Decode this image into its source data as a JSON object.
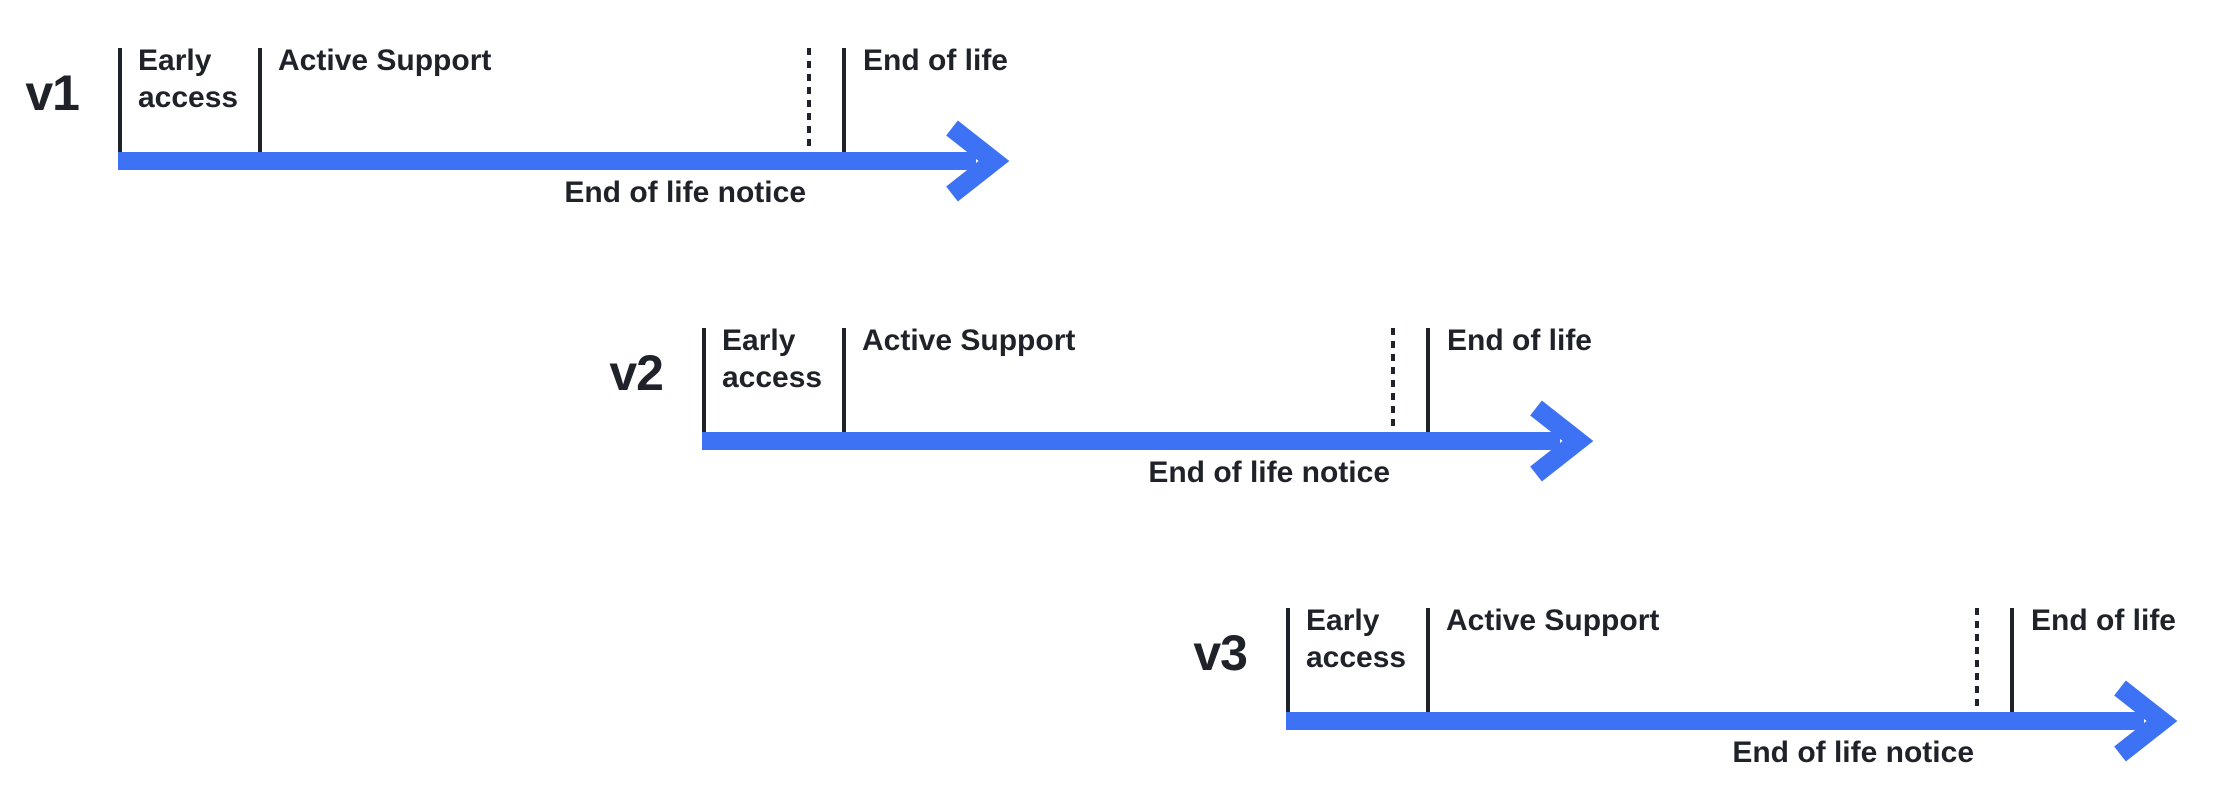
{
  "diagram": {
    "colors": {
      "accent": "#3E72F5",
      "text": "#1F2329",
      "background": "#FFFFFF"
    },
    "timelines": [
      {
        "version": "v1",
        "phase_early_access": "Early access",
        "phase_active_support": "Active Support",
        "phase_end_of_life": "End of life",
        "milestone_end_of_life_notice": "End of life notice"
      },
      {
        "version": "v2",
        "phase_early_access": "Early access",
        "phase_active_support": "Active Support",
        "phase_end_of_life": "End of life",
        "milestone_end_of_life_notice": "End of life notice"
      },
      {
        "version": "v3",
        "phase_early_access": "Early access",
        "phase_active_support": "Active Support",
        "phase_end_of_life": "End of life",
        "milestone_end_of_life_notice": "End of life notice"
      }
    ]
  }
}
